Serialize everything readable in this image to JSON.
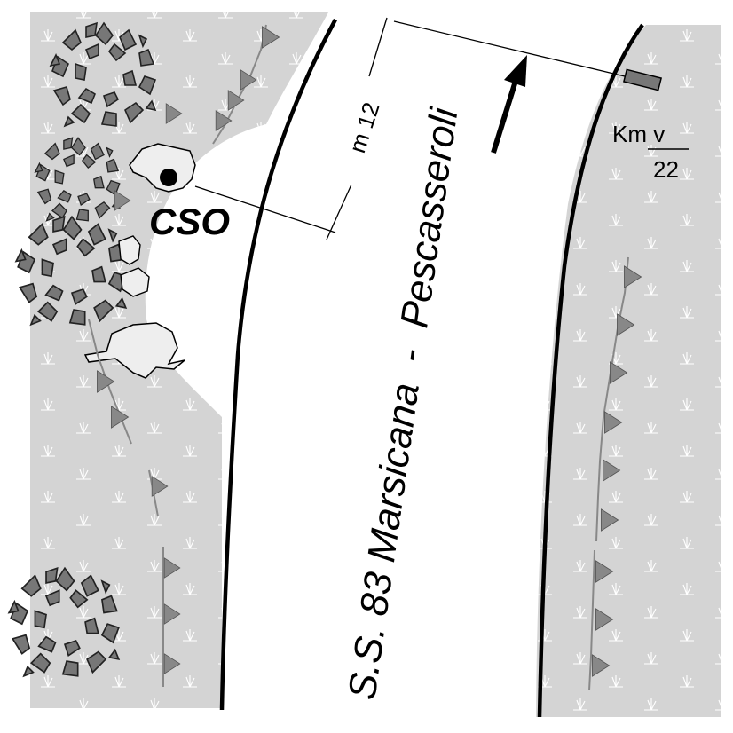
{
  "map": {
    "road": {
      "name": "S.S. 83 Marsicana  -  Pescasseroli",
      "direction": "north"
    },
    "distance": {
      "label": "m 12"
    },
    "station": {
      "label": "CSO"
    },
    "kilometer_marker": {
      "label": "Km v",
      "value": "22"
    },
    "colors": {
      "terrain": "#d4d4d4",
      "tree_fill": "#777777",
      "rock_fill": "#eeeeee",
      "marker_fill": "#888888",
      "road_edge": "#000000"
    },
    "icons": [
      "tree-icon",
      "rock-icon",
      "station-dot-icon",
      "arrow-icon",
      "km-post-icon",
      "grass-icon"
    ]
  }
}
